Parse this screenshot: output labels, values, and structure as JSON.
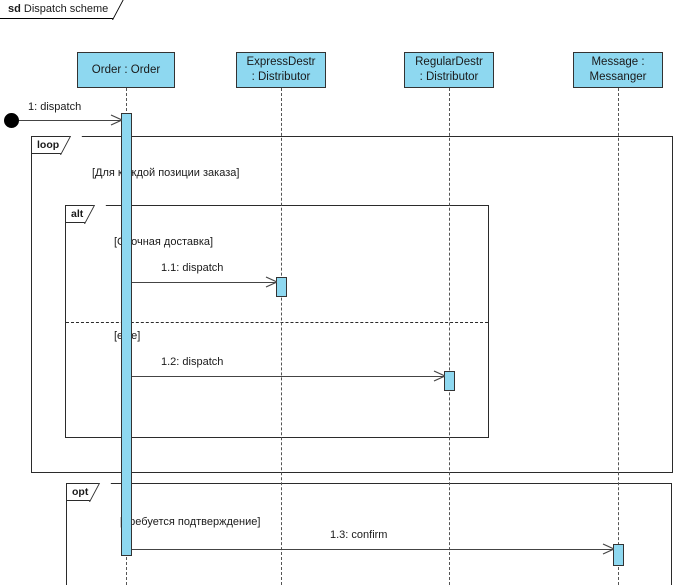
{
  "diagram": {
    "type": "uml-sequence-diagram",
    "frame": {
      "keyword": "sd",
      "name": "Dispatch scheme"
    },
    "colors": {
      "lifeline_fill": "#8ed8f0",
      "lifeline_border": "#333333",
      "frame_border": "#2b2b2b",
      "message_line": "#444444",
      "text": "#1a1a1a",
      "background": "#ffffff"
    },
    "lifelines": [
      {
        "id": "order",
        "line1": "Order : Order",
        "line2": ""
      },
      {
        "id": "express",
        "line1": "ExpressDestr",
        "line2": ": Distributor"
      },
      {
        "id": "regular",
        "line1": "RegularDestr",
        "line2": ": Distributor"
      },
      {
        "id": "messenger",
        "line1": "Message :",
        "line2": "Messanger"
      }
    ],
    "messages": [
      {
        "id": "m1",
        "label": "1: dispatch",
        "from": "found",
        "to": "order"
      },
      {
        "id": "m11",
        "label": "1.1: dispatch",
        "from": "order",
        "to": "express"
      },
      {
        "id": "m12",
        "label": "1.2: dispatch",
        "from": "order",
        "to": "regular"
      },
      {
        "id": "m13",
        "label": "1.3: confirm",
        "from": "order",
        "to": "messenger"
      }
    ],
    "fragments": [
      {
        "id": "loop",
        "operator": "loop",
        "guard": "[Для каждой позиции заказа]"
      },
      {
        "id": "alt",
        "operator": "alt",
        "guard": "[Срочная доставка]",
        "else_guard": "[else]"
      },
      {
        "id": "opt",
        "operator": "opt",
        "guard": "[Требуется подтверждение]"
      }
    ]
  }
}
